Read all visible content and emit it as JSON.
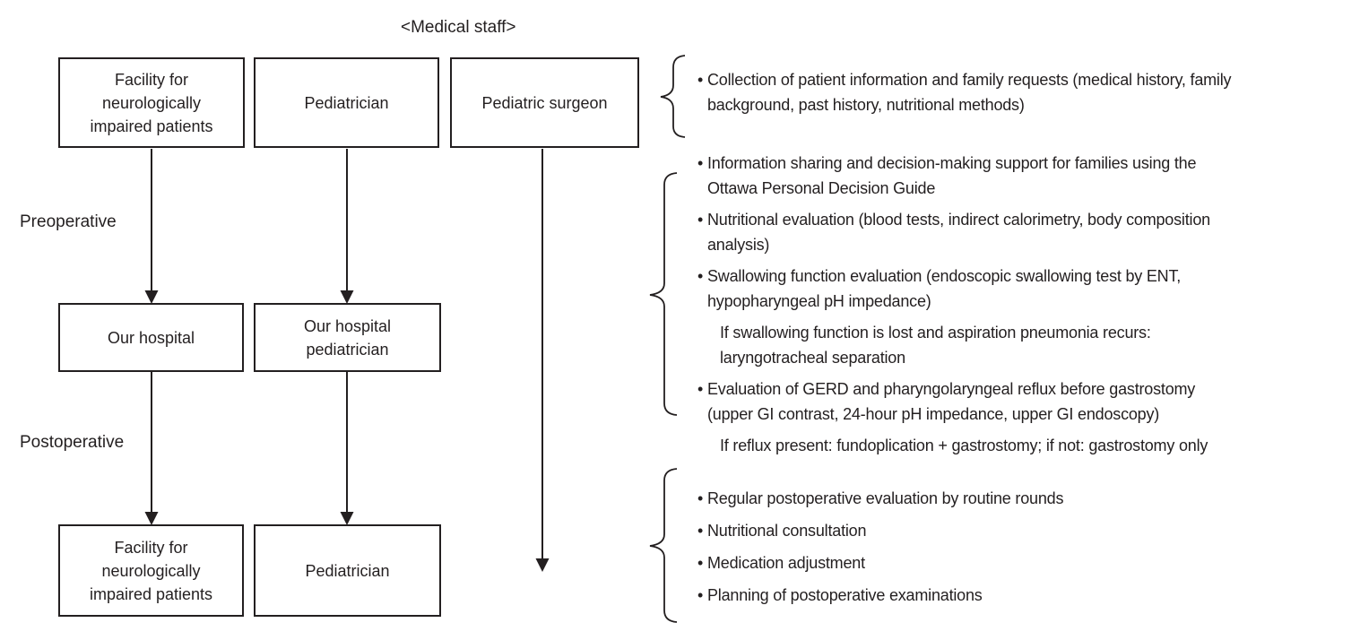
{
  "colors": {
    "ink": "#231f20",
    "background": "#ffffff"
  },
  "ui": {
    "bullet": "•"
  },
  "diagram": {
    "title": "<Medical staff>",
    "phases": {
      "preoperative": "Preoperative",
      "postoperative": "Postoperative"
    },
    "boxes": {
      "facility_top": "Facility for\nneurologically\nimpaired patients",
      "pediatrician_top": "Pediatrician",
      "pediatric_surgeon": "Pediatric surgeon",
      "our_hospital": "Our hospital",
      "our_hospital_pediatrician": "Our hospital\npediatrician",
      "facility_bottom": "Facility for\nneurologically\nimpaired patients",
      "pediatrician_bottom": "Pediatrician"
    },
    "annotations": {
      "group1": {
        "items": [
          {
            "text": "Collection of patient information and family requests (medical history, family\nbackground, past history, nutritional methods)"
          }
        ]
      },
      "group2": {
        "items": [
          {
            "type": "bullet",
            "text": "Information sharing and decision-making support for families using the\nOttawa Personal Decision Guide"
          },
          {
            "type": "bullet",
            "text": "Nutritional evaluation (blood tests, indirect calorimetry, body composition\nanalysis)"
          },
          {
            "type": "bullet",
            "text": "Swallowing function evaluation (endoscopic swallowing test by ENT,\nhypopharyngeal pH impedance)"
          },
          {
            "type": "sub",
            "text": "If swallowing function is lost and aspiration pneumonia recurs:\nlaryngotracheal separation"
          },
          {
            "type": "bullet",
            "text": "Evaluation of GERD and pharyngolaryngeal reflux before gastrostomy\n(upper GI contrast, 24-hour pH impedance, upper GI endoscopy)"
          },
          {
            "type": "sub",
            "text": "If reflux present: fundoplication + gastrostomy; if not: gastrostomy only"
          }
        ]
      },
      "group3": {
        "items": [
          {
            "type": "bullet",
            "text": "Regular postoperative evaluation by routine rounds"
          },
          {
            "type": "bullet",
            "text": "Nutritional consultation"
          },
          {
            "type": "bullet",
            "text": "Medication adjustment"
          },
          {
            "type": "bullet",
            "text": "Planning of postoperative examinations"
          }
        ]
      }
    }
  }
}
